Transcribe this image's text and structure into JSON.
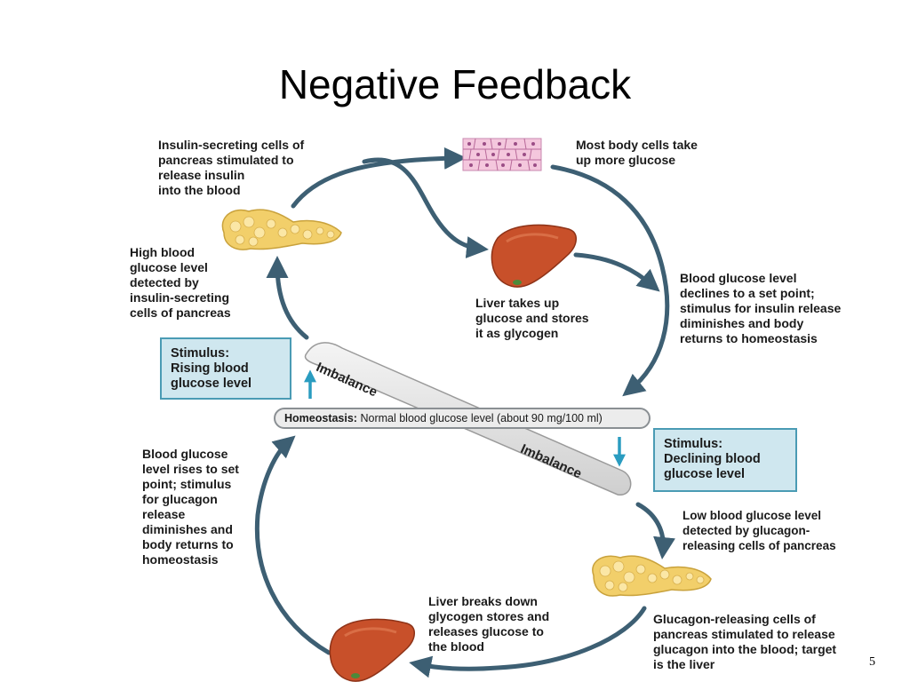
{
  "slide": {
    "title": "Negative Feedback",
    "page_number": "5"
  },
  "labels": {
    "insulin_secreting": "Insulin-secreting cells of\npancreas stimulated to\nrelease insulin\ninto the blood",
    "body_cells": "Most body cells take\nup more glucose",
    "high_glucose": "High blood\nglucose level\ndetected by\ninsulin-secreting\ncells of pancreas",
    "liver_takes_up": "Liver takes up\nglucose and stores\nit as glycogen",
    "declines": "Blood glucose level\ndeclines to a set point;\nstimulus for insulin release\ndiminishes and body\nreturns to homeostasis",
    "rises": "Blood glucose\nlevel rises to set\npoint; stimulus\nfor glucagon\nrelease\ndiminishes and\nbody returns to\nhomeostasis",
    "low_glucose": "Low blood glucose level\ndetected by glucagon-\nreleasing cells of pancreas",
    "liver_breaks": "Liver breaks down\nglycogen stores and\nreleases glucose to\nthe blood",
    "glucagon_releasing": "Glucagon-releasing cells of\npancreas stimulated to release\nglucagon into the blood; target\nis the liver"
  },
  "stimulus": {
    "rising": "Stimulus:\nRising blood\nglucose level",
    "declining": "Stimulus:\nDeclining blood\nglucose level"
  },
  "homeostasis": {
    "label": "Homeostasis:",
    "text": "Normal blood glucose level (about 90 mg/100 ml)"
  },
  "imbalance": {
    "upper": "Imbalance",
    "lower": "Imbalance"
  },
  "colors": {
    "arrow": "#3d5f73",
    "stimulus_fill": "#cfe7ef",
    "stimulus_border": "#4a9bb4",
    "stimulus_arrow": "#2a9cc0",
    "liver": "#c8502a",
    "pancreas": "#f2cf6a"
  }
}
